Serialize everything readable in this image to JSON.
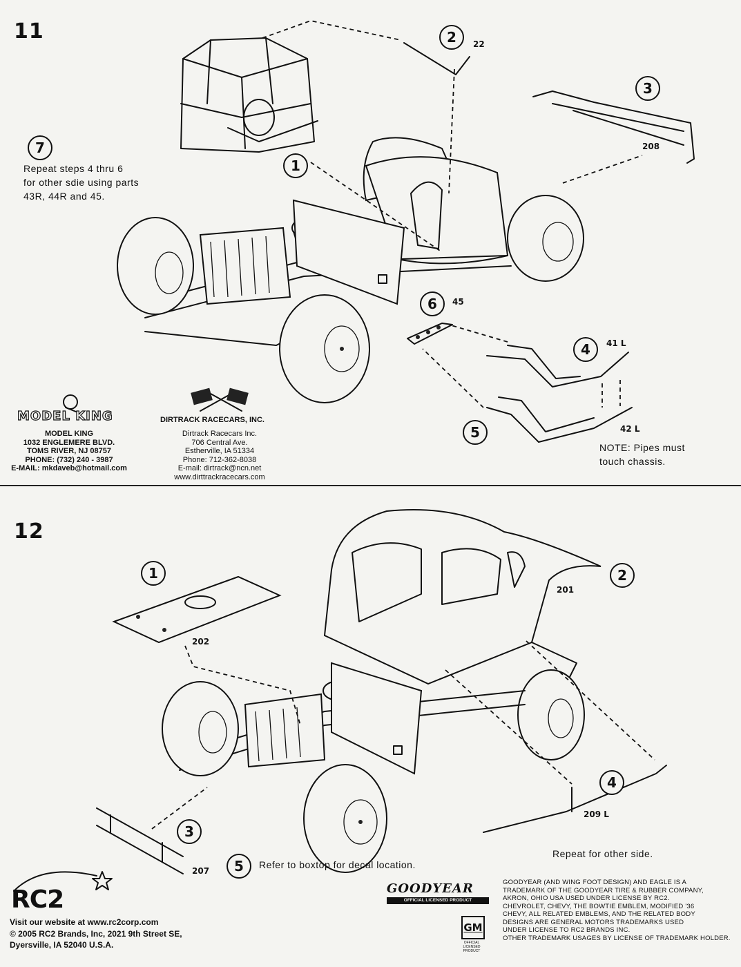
{
  "step11": {
    "number": "11",
    "callouts": [
      "1",
      "2",
      "3",
      "4",
      "5",
      "6",
      "7"
    ],
    "parts": {
      "p2": "22",
      "p3": "208",
      "p6": "45",
      "p4": "41 L",
      "p5": "42 L"
    },
    "step7_text": [
      "Repeat steps 4 thru 6",
      "for other sdie using parts",
      "43R, 44R and 45."
    ],
    "note": [
      "NOTE:  Pipes must",
      "touch chassis."
    ]
  },
  "model_king": {
    "logo": "MODEL KING",
    "lines": [
      "MODEL KING",
      "1032 ENGLEMERE BLVD.",
      "TOMS RIVER, NJ  08757",
      "PHONE: (732) 240 - 3987",
      "E-MAIL: mkdaveb@hotmail.com"
    ]
  },
  "dirtrack": {
    "logo": "DIRTRACK RACECARS, INC.",
    "lines": [
      "Dirtrack Racecars Inc.",
      "706 Central Ave.",
      "Estherville, IA  51334",
      "Phone: 712-362-8038",
      "E-mail: dirtrack@ncn.net",
      "www.dirttrackracecars.com"
    ]
  },
  "step12": {
    "number": "12",
    "callouts": [
      "1",
      "2",
      "3",
      "4",
      "5"
    ],
    "parts": {
      "p1": "202",
      "p2": "201",
      "p3": "207",
      "p4": "209 L"
    },
    "decal_text": "Refer to boxtop for decal location.",
    "repeat_text": "Repeat for other side."
  },
  "rc2": {
    "logo": "RC2",
    "lines": [
      "Visit our website at www.rc2corp.com",
      "© 2005 RC2 Brands, Inc, 2021 9th Street SE,",
      "Dyersville, IA 52040 U.S.A."
    ]
  },
  "goodyear": {
    "logo": "GOODYEAR",
    "badge": "OFFICIAL LICENSED PRODUCT"
  },
  "gm": {
    "logo": "GM",
    "sub": "OFFICIAL LICENSED PRODUCT"
  },
  "legal": [
    "GOODYEAR (AND WING FOOT DESIGN) AND EAGLE IS A",
    "TRADEMARK OF THE GOODYEAR TIRE & RUBBER COMPANY,",
    "AKRON, OHIO USA USED UNDER LICENSE BY RC2.",
    "CHEVROLET, CHEVY, THE BOWTIE EMBLEM, MODIFIED '36",
    "CHEVY, ALL RELATED EMBLEMS, AND THE RELATED BODY",
    "DESIGNS ARE GENERAL MOTORS TRADEMARKS USED",
    "UNDER LICENSE TO RC2 BRANDS INC.",
    "OTHER TRADEMARK USAGES BY LICENSE OF TRADEMARK HOLDER."
  ]
}
